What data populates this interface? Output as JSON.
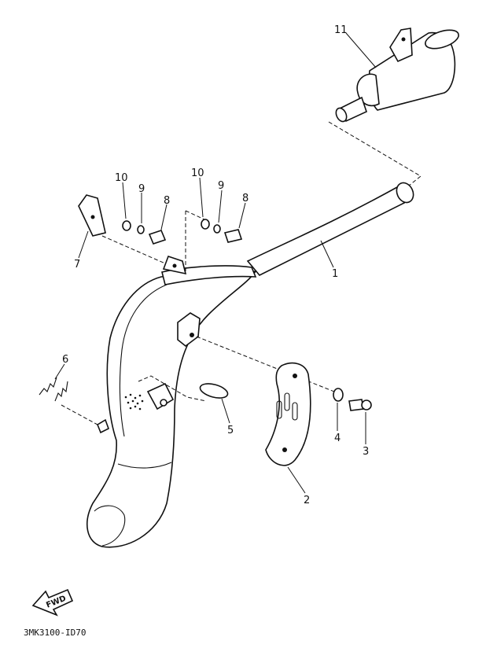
{
  "callouts": {
    "c1": "1",
    "c2": "2",
    "c3": "3",
    "c4": "4",
    "c5": "5",
    "c6": "6",
    "c7": "7",
    "c8a": "8",
    "c8b": "8",
    "c9a": "9",
    "c9b": "9",
    "c10a": "10",
    "c10b": "10",
    "c11": "11"
  },
  "fwd_label": "FWD",
  "diagram_code": "3MK3100-ID70"
}
